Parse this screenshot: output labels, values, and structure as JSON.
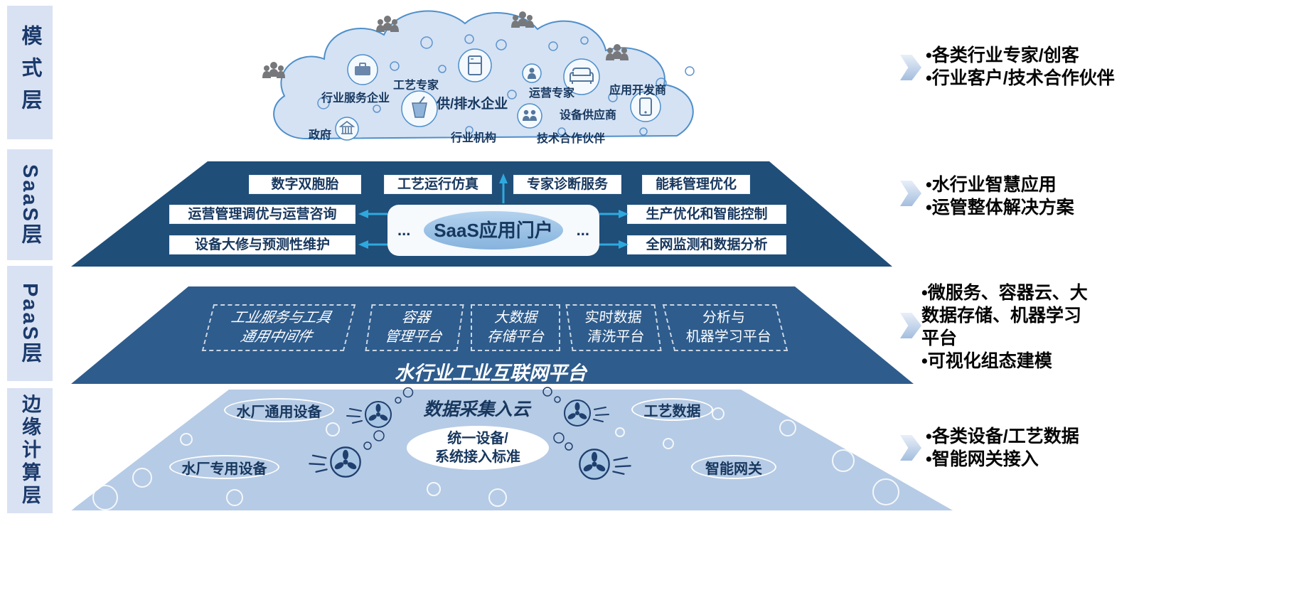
{
  "layer_labels": {
    "pattern": "模式层",
    "saas": "SaaS层",
    "paas": "PaaS层",
    "edge": "边缘计算层"
  },
  "cloud": {
    "nodes": {
      "industry_service": "行业服务企业",
      "process_expert": "工艺专家",
      "water_enterprise": "供/排水企业",
      "operation_expert": "运营专家",
      "app_developer": "应用开发商",
      "government": "政府",
      "industry_org": "行业机构",
      "equipment_supplier": "设备供应商",
      "tech_partner": "技术合作伙伴"
    }
  },
  "saas": {
    "top_boxes": [
      "数字双胞胎",
      "工艺运行仿真",
      "专家诊断服务",
      "能耗管理优化"
    ],
    "left_boxes": [
      "运营管理调优与运营咨询",
      "设备大修与预测性维护"
    ],
    "right_boxes": [
      "生产优化和智能控制",
      "全网监测和数据分析"
    ],
    "portal": {
      "label": "SaaS应用门户",
      "ellipsis_left": "...",
      "ellipsis_right": "..."
    }
  },
  "paas": {
    "modules": [
      "工业服务与工具\n通用中间件",
      "容器\n管理平台",
      "大数据\n存储平台",
      "实时数据\n清洗平台",
      "分析与\n机器学习平台"
    ],
    "title": "水行业工业互联网平台"
  },
  "edge": {
    "title": "数据采集入云",
    "common_equipment": "水厂通用设备",
    "special_equipment": "水厂专用设备",
    "process_data": "工艺数据",
    "smart_gateway": "智能网关",
    "access_standard": "统一设备/\n系统接入标准"
  },
  "annotations": [
    "•各类行业专家/创客\n•行业客户/技术合作伙伴",
    "•水行业智慧应用\n•运管整体解决方案",
    "•微服务、容器云、大\n数据存储、机器学习\n平台\n•可视化组态建模",
    "•各类设备/工艺数据\n•智能网关接入"
  ],
  "colors": {
    "saas_bg": "#1f4e79",
    "paas_bg": "#2e5c8d",
    "edge_bg": "#b6cbe5",
    "cloud_fill": "#d4e2f4",
    "cloud_stroke": "#4f8fca",
    "accent_arrow": "#2fa9dd",
    "navy_text": "#17375e",
    "label_strip_bg": "#d9e2f3"
  }
}
